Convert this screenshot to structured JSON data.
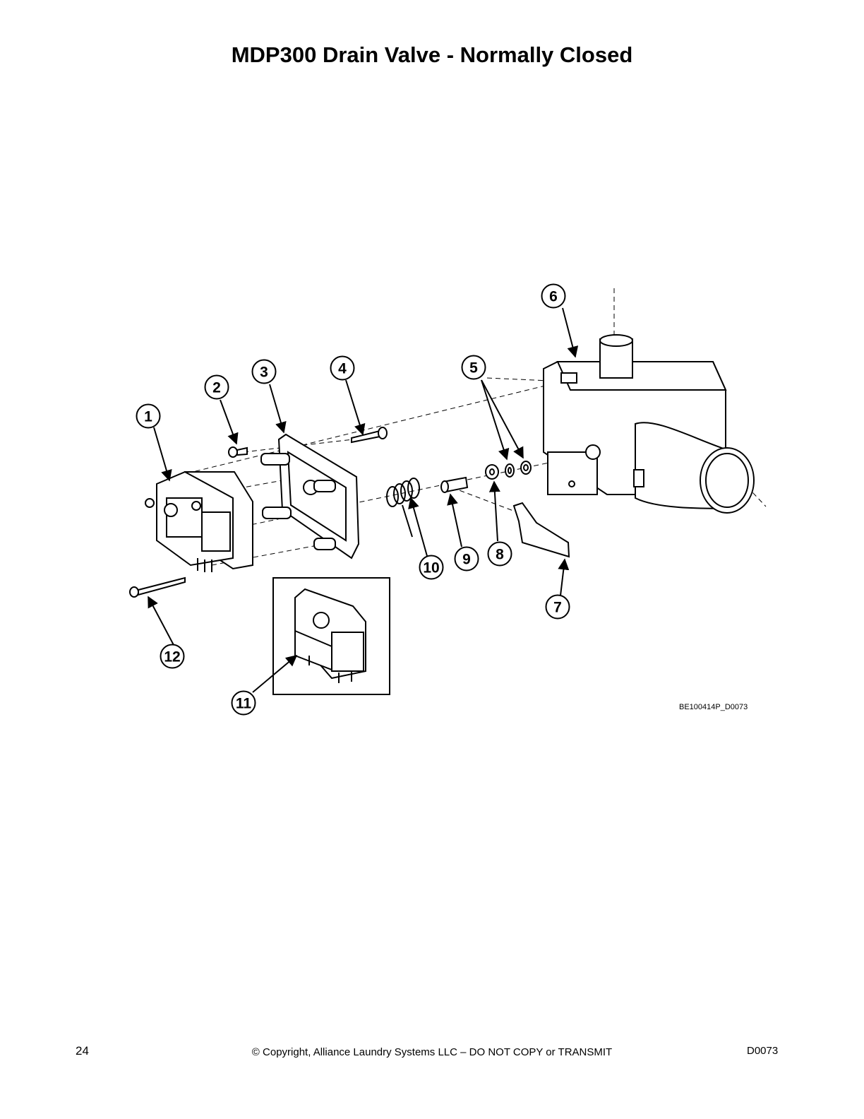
{
  "title": "MDP300 Drain Valve - Normally Closed",
  "diagram": {
    "callouts": [
      "1",
      "2",
      "3",
      "4",
      "5",
      "6",
      "7",
      "8",
      "9",
      "10",
      "11",
      "12"
    ],
    "reference_code": "BE100414P_D0073"
  },
  "footer": {
    "page_number": "24",
    "copyright": "© Copyright, Alliance Laundry Systems LLC – DO NOT COPY or TRANSMIT",
    "doc_code": "D0073"
  }
}
